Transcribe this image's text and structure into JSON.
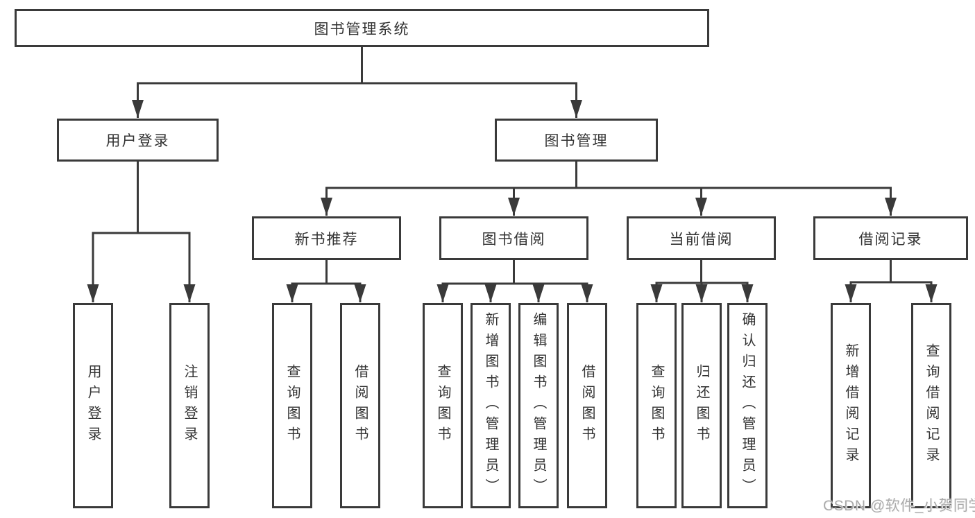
{
  "diagram": {
    "type": "tree-diagram",
    "colors": {
      "line": "#3a3a3a",
      "text": "#333333",
      "background": "#ffffff",
      "watermark": "#aaaaaa"
    },
    "root": {
      "label": "图书管理系统"
    },
    "level2": [
      {
        "label": "用户登录",
        "parent": "图书管理系统"
      },
      {
        "label": "图书管理",
        "parent": "图书管理系统"
      }
    ],
    "level3": [
      {
        "label": "新书推荐",
        "parent": "图书管理"
      },
      {
        "label": "图书借阅",
        "parent": "图书管理"
      },
      {
        "label": "当前借阅",
        "parent": "图书管理"
      },
      {
        "label": "借阅记录",
        "parent": "图书管理"
      }
    ],
    "leaves": [
      {
        "label": "用户登录",
        "parent": "用户登录"
      },
      {
        "label": "注销登录",
        "parent": "用户登录"
      },
      {
        "label": "查询图书",
        "parent": "新书推荐"
      },
      {
        "label": "借阅图书",
        "parent": "新书推荐"
      },
      {
        "label": "查询图书",
        "parent": "图书借阅"
      },
      {
        "label": "新增图书（管理员）",
        "parent": "图书借阅"
      },
      {
        "label": "编辑图书（管理员）",
        "parent": "图书借阅"
      },
      {
        "label": "借阅图书",
        "parent": "图书借阅"
      },
      {
        "label": "查询图书",
        "parent": "当前借阅"
      },
      {
        "label": "归还图书",
        "parent": "当前借阅"
      },
      {
        "label": "确认归还（管理员）",
        "parent": "当前借阅"
      },
      {
        "label": "新增借阅记录",
        "parent": "借阅记录"
      },
      {
        "label": "查询借阅记录",
        "parent": "借阅记录"
      }
    ],
    "watermark": "CSDN @软件_小贺同学"
  }
}
